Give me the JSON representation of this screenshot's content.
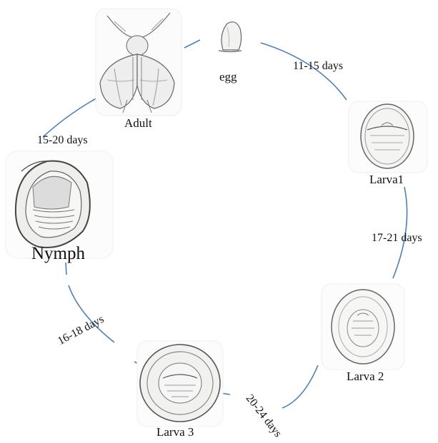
{
  "diagram": {
    "colors": {
      "arrow": "#4f7db8",
      "ink": "#555555",
      "shell": "#7a7a7a"
    },
    "stages": [
      {
        "id": "egg",
        "label": "egg",
        "icon": "egg-icon"
      },
      {
        "id": "larva1",
        "label": "Larva1",
        "icon": "larva1-scale-icon"
      },
      {
        "id": "larva2",
        "label": "Larva 2",
        "icon": "larva2-scale-icon"
      },
      {
        "id": "larva3",
        "label": "Larva 3",
        "icon": "larva3-scale-icon"
      },
      {
        "id": "nymph",
        "label": "Nymph",
        "icon": "nymph-scale-icon"
      },
      {
        "id": "adult",
        "label": "Adult",
        "icon": "adult-moth-icon"
      }
    ],
    "durations": [
      {
        "from": "egg",
        "to": "larva1",
        "label": "11-15 days"
      },
      {
        "from": "larva1",
        "to": "larva2",
        "label": "17-21 days"
      },
      {
        "from": "larva2",
        "to": "larva3",
        "label": "20-24 days"
      },
      {
        "from": "larva3",
        "to": "nymph",
        "label": "16-18 days"
      },
      {
        "from": "nymph",
        "to": "adult",
        "label": "15-20 days"
      }
    ]
  }
}
